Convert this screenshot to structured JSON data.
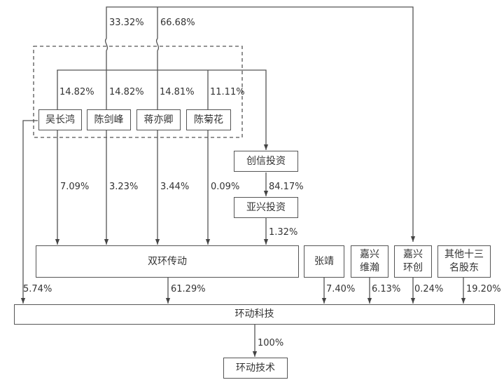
{
  "entities": {
    "wu": "吴长鸿",
    "chenjf": "陈剑峰",
    "jiang": "蒋亦卿",
    "chenjh": "陈菊花",
    "chuangxin": "创信投资",
    "yaxing": "亚兴投资",
    "shuanghuan": "双环传动",
    "zhangjing": "张靖",
    "jiaxing_wh": [
      "嘉兴",
      "维瀚"
    ],
    "jiaxing_hc": [
      "嘉兴",
      "环创"
    ],
    "others": [
      "其他十三",
      "名股东"
    ],
    "huandong_keji": "环动科技",
    "huandong_jishu": "环动技术"
  },
  "percentages": {
    "top_left": "33.32%",
    "top_right": "66.68%",
    "wu_to_chuangxin": "14.82%",
    "chenjf_to_chuangxin": "14.82%",
    "jiang_to_chuangxin": "14.81%",
    "chenjh_to_chuangxin": "11.11%",
    "wu_to_shuanghuan": "7.09%",
    "chenjf_to_shuanghuan": "3.23%",
    "jiang_to_shuanghuan": "3.44%",
    "chenjh_to_shuanghuan": "0.09%",
    "chuangxin_to_yaxing": "84.17%",
    "yaxing_to_shuanghuan": "1.32%",
    "wu_to_keji": "5.74%",
    "shuanghuan_to_keji": "61.29%",
    "zhangjing_to_keji": "7.40%",
    "jiaxing_wh_to_keji": "6.13%",
    "jiaxing_hc_to_keji": "0.24%",
    "others_to_keji": "19.20%",
    "keji_to_jishu": "100%"
  }
}
